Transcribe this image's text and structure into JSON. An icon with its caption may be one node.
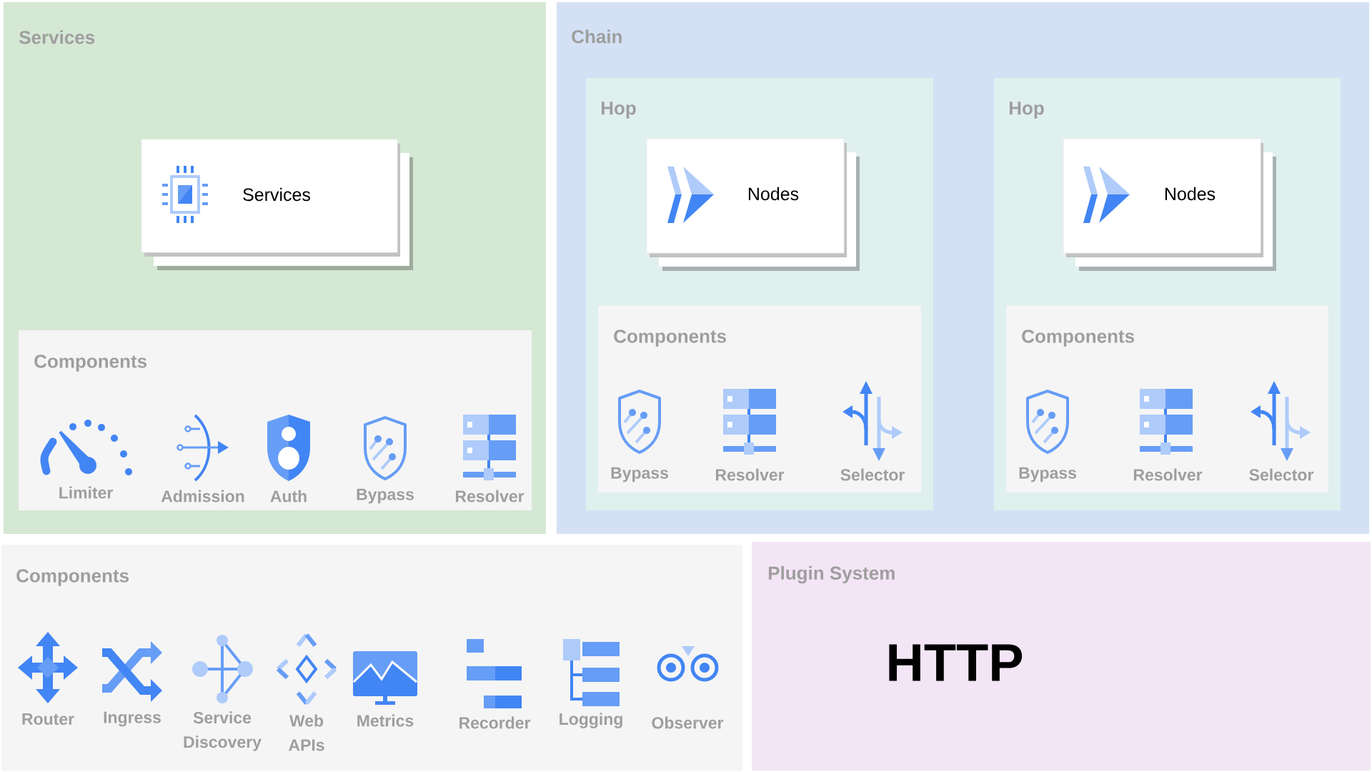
{
  "diagram": {
    "nodes": [
      {
        "text": [
          "Services"
        ]
      },
      {
        "text": [
          "Services"
        ],
        "in": 0
      },
      {
        "text": [
          "Components"
        ],
        "in": 0
      },
      {
        "text": [
          "Limiter"
        ],
        "in": 2
      },
      {
        "text": [
          "Admission"
        ],
        "in": 2
      },
      {
        "text": [
          "Auth"
        ],
        "in": 2
      },
      {
        "text": [
          "Bypass"
        ],
        "in": 2
      },
      {
        "text": [
          "Resolver"
        ],
        "in": 2
      },
      {
        "text": [
          "Chain"
        ]
      },
      {
        "text": [
          "Hop"
        ],
        "in": 8
      },
      {
        "text": [
          "Nodes"
        ],
        "in": 9
      },
      {
        "text": [
          "Components"
        ],
        "in": 9
      },
      {
        "text": [
          "Bypass"
        ],
        "in": 11
      },
      {
        "text": [
          "Resolver"
        ],
        "in": 11
      },
      {
        "text": [
          "Selector"
        ],
        "in": 11
      },
      {
        "text": [
          "Hop"
        ],
        "in": 8
      },
      {
        "text": [
          "Nodes"
        ],
        "in": 15
      },
      {
        "text": [
          "Components"
        ],
        "in": 15
      },
      {
        "text": [
          "Bypass"
        ],
        "in": 17
      },
      {
        "text": [
          "Resolver"
        ],
        "in": 17
      },
      {
        "text": [
          "Selector"
        ],
        "in": 17
      },
      {
        "text": [
          "Components"
        ]
      },
      {
        "text": [
          "Router"
        ],
        "in": 21
      },
      {
        "text": [
          "Ingress"
        ],
        "in": 21
      },
      {
        "text": [
          "Service Discovery"
        ],
        "in": 21
      },
      {
        "text": [
          "Web APIs"
        ],
        "in": 21
      },
      {
        "text": [
          "Metrics"
        ],
        "in": 21
      },
      {
        "text": [
          "Recorder"
        ],
        "in": 21
      },
      {
        "text": [
          "Logging"
        ],
        "in": 21
      },
      {
        "text": [
          "Observer"
        ],
        "in": 21
      },
      {
        "text": [
          "Plugin System"
        ]
      },
      {
        "text": [
          "HTTP"
        ],
        "in": 30
      }
    ]
  }
}
